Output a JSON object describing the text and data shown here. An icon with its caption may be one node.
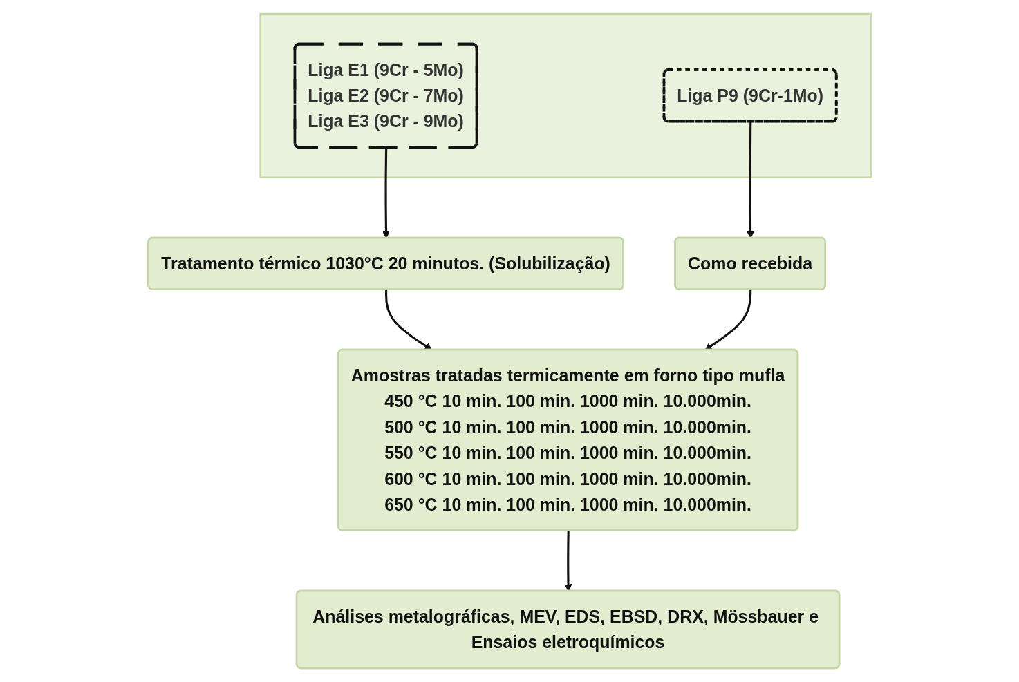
{
  "diagram": {
    "nodes": [
      {
        "text": [],
        "shape": "box"
      },
      {
        "text": [
          "Liga E1 (9Cr - 5Mo)",
          "Liga E2 (9Cr - 7Mo)",
          "Liga E3 (9Cr - 9Mo)"
        ],
        "in": 0
      },
      {
        "text": [
          "Liga P9 (9Cr-1Mo)"
        ],
        "in": 0
      },
      {
        "text": [
          "Tratamento térmico 1030°C 20 minutos. (Solubilização)"
        ]
      },
      {
        "text": [
          "Como recebida"
        ]
      },
      {
        "text": [
          "Amostras tratadas termicamente em forno tipo mufla",
          "450 °C 10 min. 100 min. 1000 min. 10.000min.",
          "500 °C 10 min. 100 min. 1000 min. 10.000min.",
          "550 °C 10 min. 100 min. 1000 min. 10.000min.",
          "600 °C 10 min. 100 min. 1000 min. 10.000min.",
          "650 °C 10 min. 100 min. 1000 min. 10.000min."
        ]
      },
      {
        "text": [
          "Análises metalográficas, MEV, EDS, EBSD, DRX, Mössbauer e Ensaios eletroquímicos"
        ]
      }
    ],
    "edges": [
      {
        "from": 1,
        "to": 3,
        "arrow": "to"
      },
      {
        "from": 2,
        "to": 4,
        "arrow": "to"
      },
      {
        "from": 3,
        "to": 5,
        "arrow": "to"
      },
      {
        "from": 4,
        "to": 5,
        "arrow": "to"
      },
      {
        "from": 5,
        "to": 6,
        "arrow": "to"
      }
    ]
  }
}
